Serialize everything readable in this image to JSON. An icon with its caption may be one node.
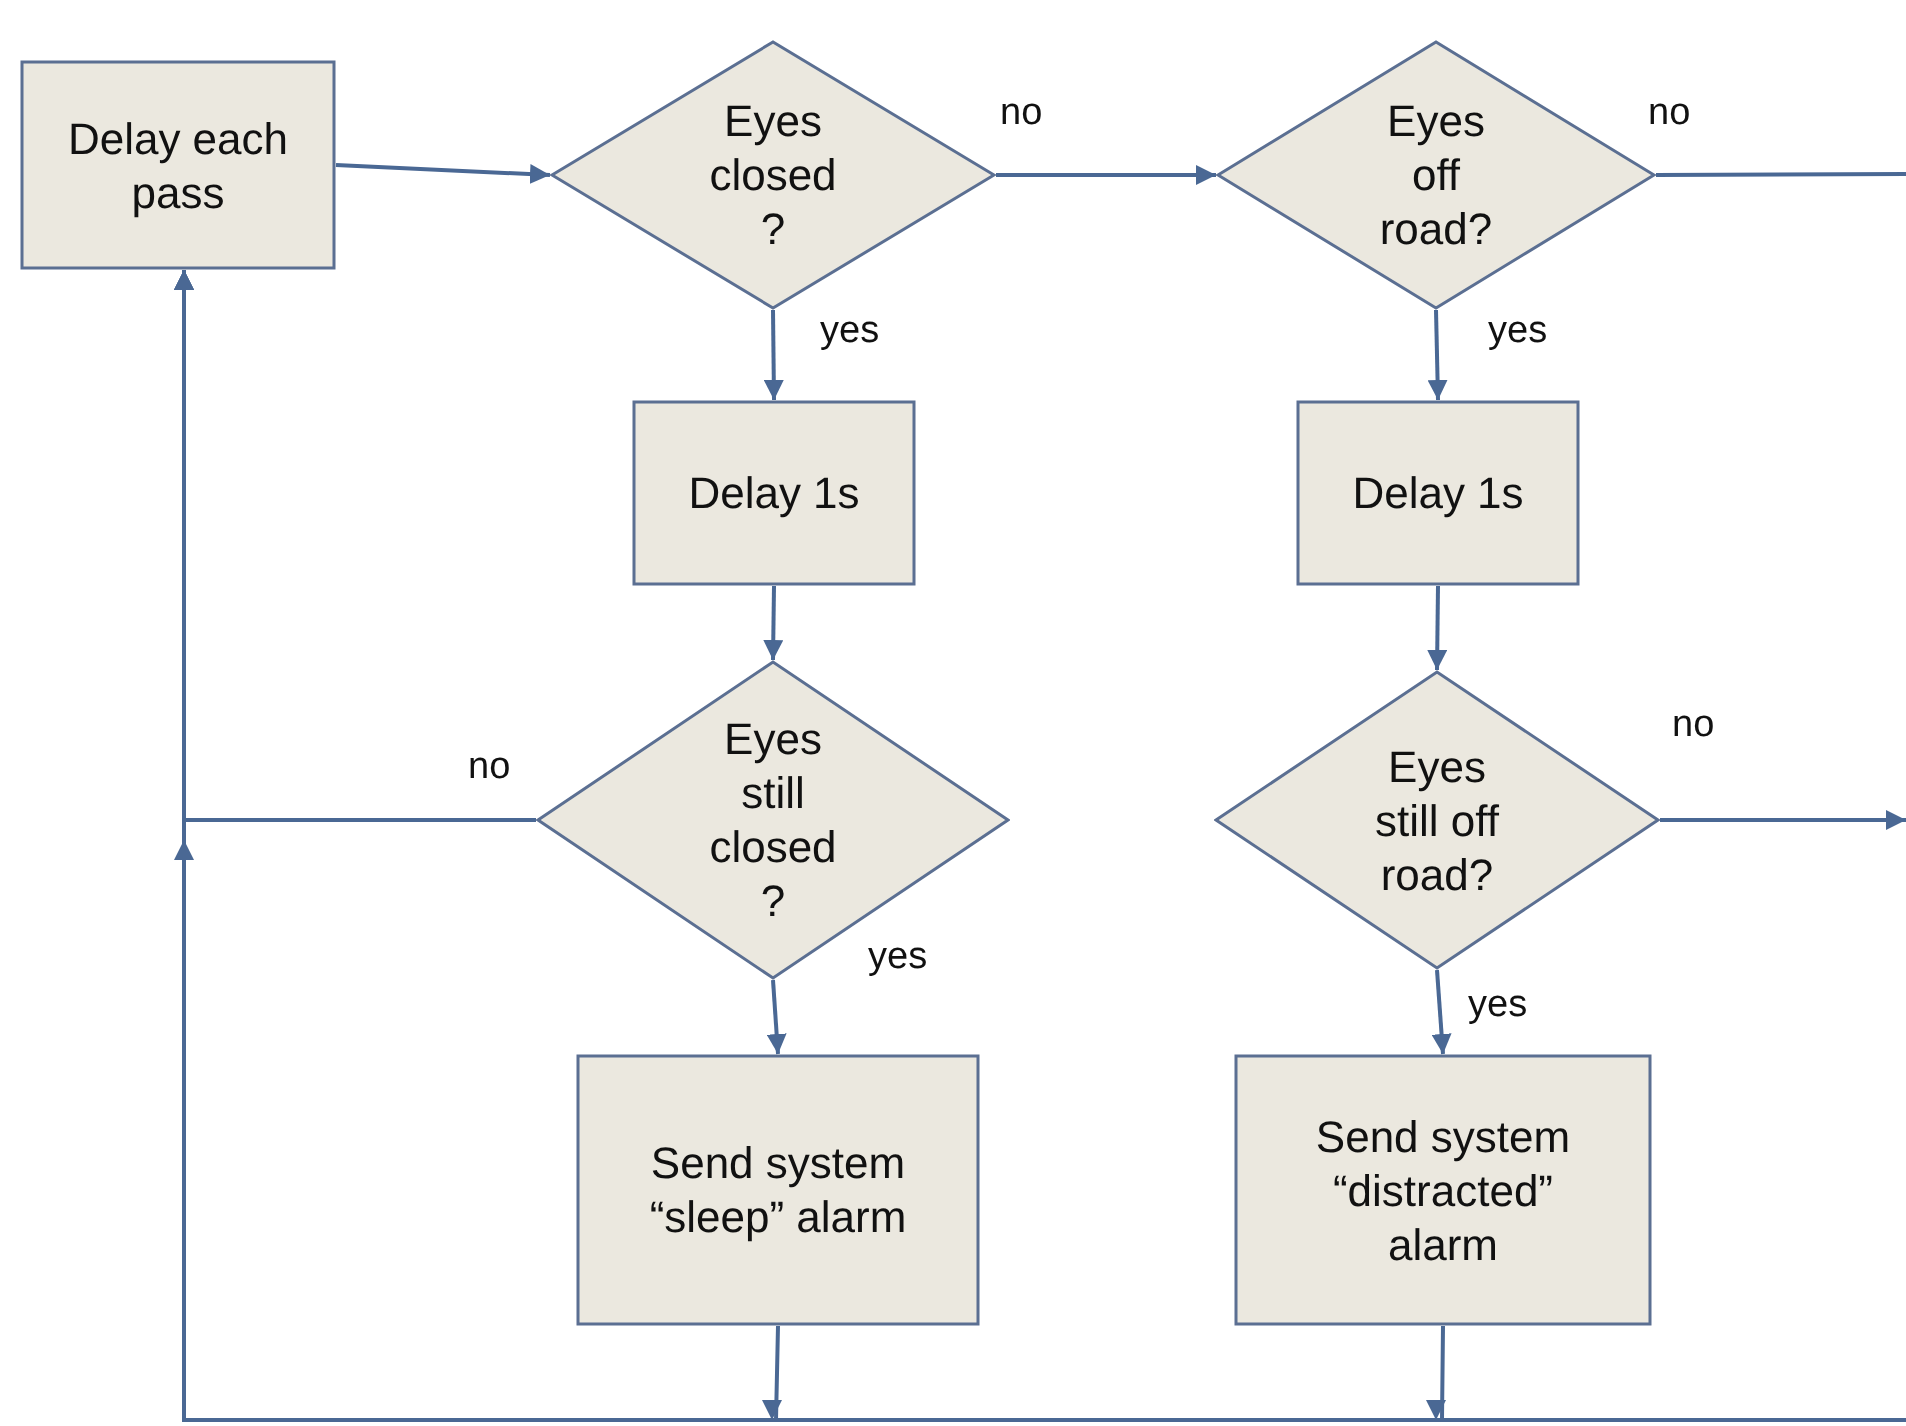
{
  "diagram": {
    "nodes": [
      {
        "text": [
          "Delay each pass"
        ]
      },
      {
        "text": [
          "Eyes closed ?"
        ]
      },
      {
        "text": [
          "Eyes off road?"
        ]
      },
      {
        "text": [
          "Delay 1s"
        ]
      },
      {
        "text": [
          "Delay 1s"
        ]
      },
      {
        "text": [
          "Eyes still closed ?"
        ]
      },
      {
        "text": [
          "Eyes still off road?"
        ]
      },
      {
        "text": [
          "Send system “sleep” alarm"
        ]
      },
      {
        "text": [
          "Send system “distracted” alarm"
        ]
      }
    ],
    "edges": [
      {
        "from": 0,
        "to": 1,
        "arrow": "to"
      },
      {
        "from": 1,
        "to": 2,
        "arrow": "to",
        "label": "no"
      },
      {
        "from": 2,
        "to": null,
        "arrow": "none",
        "label": "no"
      },
      {
        "from": 1,
        "to": 3,
        "arrow": "to",
        "label": "yes"
      },
      {
        "from": 2,
        "to": 4,
        "arrow": "to",
        "label": "yes"
      },
      {
        "from": 3,
        "to": 5,
        "arrow": "to"
      },
      {
        "from": 4,
        "to": 6,
        "arrow": "to"
      },
      {
        "from": 5,
        "to": 0,
        "arrow": "to",
        "label": "no"
      },
      {
        "from": 6,
        "to": null,
        "arrow": "to",
        "label": "no"
      },
      {
        "from": 5,
        "to": 7,
        "arrow": "to",
        "label": "yes"
      },
      {
        "from": 6,
        "to": 8,
        "arrow": "to",
        "label": "yes"
      },
      {
        "from": 7,
        "to": 0,
        "arrow": "to"
      },
      {
        "from": 8,
        "to": 0,
        "arrow": "to"
      },
      {
        "from": null,
        "to": 0,
        "arrow": "to"
      }
    ]
  }
}
